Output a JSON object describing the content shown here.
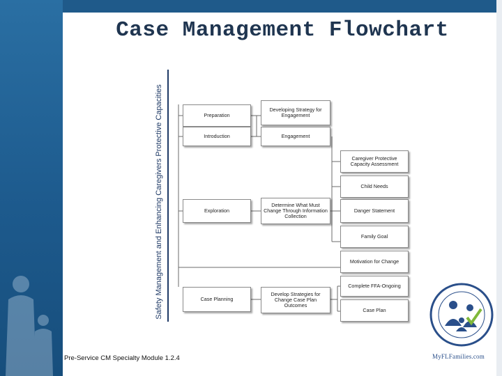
{
  "title": "Case Management Flowchart",
  "side_label": "Safety Management and Enhancing Caregivers Protective Capacities",
  "footer": "Pre-Service CM Specialty Module 1.2.4",
  "logo_text": "MyFLFamilies.com",
  "nodes": {
    "preparation": "Preparation",
    "strategy": "Developing Strategy for Engagement",
    "introduction": "Introduction",
    "engagement": "Engagement",
    "cpca": "Caregiver Protective Capacity Assessment",
    "child_needs": "Child Needs",
    "exploration": "Exploration",
    "determine": "Determine What Must Change Through Information Collection",
    "danger": "Danger Statement",
    "family_goal": "Family Goal",
    "motivation": "Motivation for Change",
    "ffa": "Complete FFA-Ongoing",
    "case_planning": "Case Planning",
    "develop": "Develop Strategies for Change Case Plan Outcomes",
    "case_plan": "Case Plan"
  }
}
